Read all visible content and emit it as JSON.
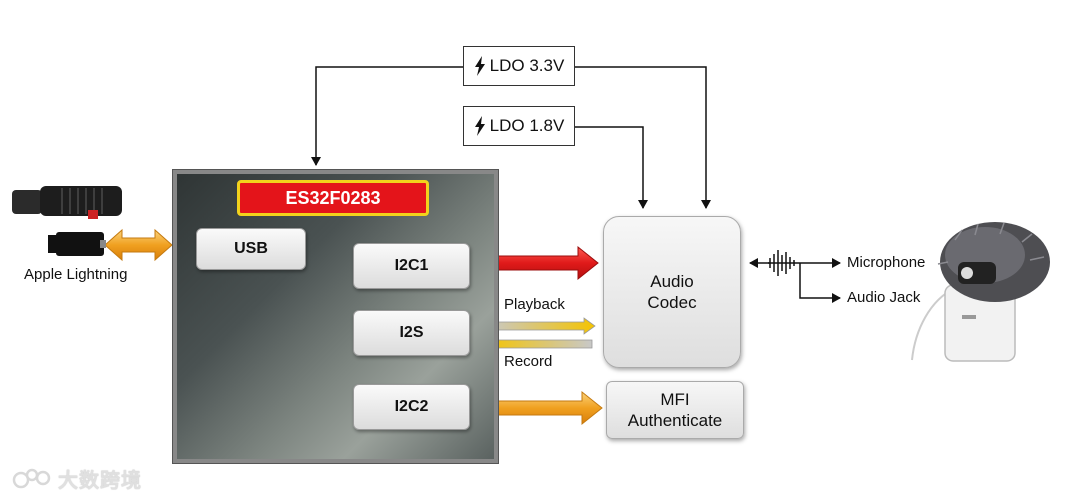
{
  "chip": {
    "name": "ES32F0283"
  },
  "power": [
    {
      "label": "LDO 3.3V",
      "icon": "lightning-bolt-icon"
    },
    {
      "label": "LDO 1.8V",
      "icon": "lightning-bolt-icon"
    }
  ],
  "interfaces": {
    "usb": "USB",
    "i2c1": "I2C1",
    "i2s": "I2S",
    "i2c2": "I2C2"
  },
  "blocks": {
    "codec": {
      "line1": "Audio",
      "line2": "Codec"
    },
    "mfi": {
      "line1": "MFI",
      "line2": "Authenticate"
    }
  },
  "labels": {
    "apple_lightning": "Apple Lightning",
    "playback": "Playback",
    "record": "Record",
    "microphone": "Microphone",
    "audio_jack": "Audio Jack"
  },
  "watermark": {
    "text": "大数跨境",
    "icon": "watermark-logo-icon"
  },
  "colors": {
    "chip_label_bg": "#e4141a",
    "chip_label_border": "#f2d21c",
    "i2c1_arrow": "#e01a1a",
    "orange_arrow": "#f0a020"
  }
}
